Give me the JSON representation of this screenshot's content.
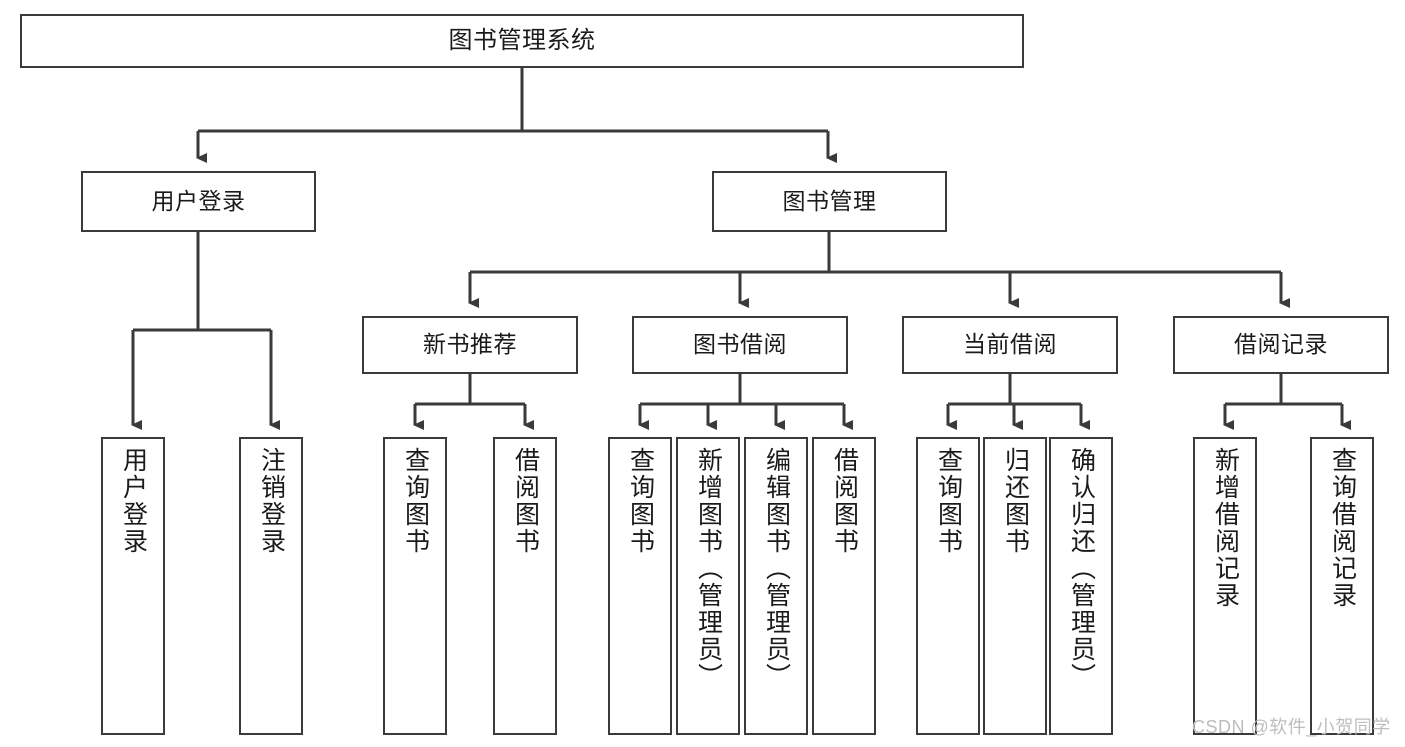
{
  "diagram": {
    "title": "图书管理系统",
    "type": "hierarchy-tree",
    "levels": 4,
    "nodes": {
      "root": {
        "label": "图书管理系统",
        "orientation": "horizontal"
      },
      "user_login": {
        "label": "用户登录",
        "orientation": "horizontal"
      },
      "book_mgmt": {
        "label": "图书管理",
        "orientation": "horizontal"
      },
      "new_book_rec": {
        "label": "新书推荐",
        "orientation": "horizontal"
      },
      "book_borrow": {
        "label": "图书借阅",
        "orientation": "horizontal"
      },
      "current_borrow": {
        "label": "当前借阅",
        "orientation": "horizontal"
      },
      "borrow_record": {
        "label": "借阅记录",
        "orientation": "horizontal"
      },
      "leaf_user_login": {
        "label": "用户登录",
        "orientation": "vertical"
      },
      "leaf_logout": {
        "label": "注销登录",
        "orientation": "vertical"
      },
      "leaf_query_book_a": {
        "label": "查询图书",
        "orientation": "vertical"
      },
      "leaf_borrow_book_a": {
        "label": "借阅图书",
        "orientation": "vertical"
      },
      "leaf_query_book_b": {
        "label": "查询图书",
        "orientation": "vertical"
      },
      "leaf_add_book": {
        "label": "新增图书（管理员）",
        "orientation": "vertical"
      },
      "leaf_edit_book": {
        "label": "编辑图书（管理员）",
        "orientation": "vertical"
      },
      "leaf_borrow_book_b": {
        "label": "借阅图书",
        "orientation": "vertical"
      },
      "leaf_query_book_c": {
        "label": "查询图书",
        "orientation": "vertical"
      },
      "leaf_return_book": {
        "label": "归还图书",
        "orientation": "vertical"
      },
      "leaf_confirm_return": {
        "label": "确认归还（管理员）",
        "orientation": "vertical"
      },
      "leaf_add_record": {
        "label": "新增借阅记录",
        "orientation": "vertical"
      },
      "leaf_query_record": {
        "label": "查询借阅记录",
        "orientation": "vertical"
      }
    },
    "colors": {
      "box_border": "#3a3a3a",
      "box_fill": "#ffffff",
      "connector": "#3a3a3a",
      "text": "#1b1b1b",
      "watermark": "#bdbdbd",
      "background": "#ffffff"
    }
  },
  "watermark": {
    "text": "CSDN @软件_小贺同学"
  }
}
